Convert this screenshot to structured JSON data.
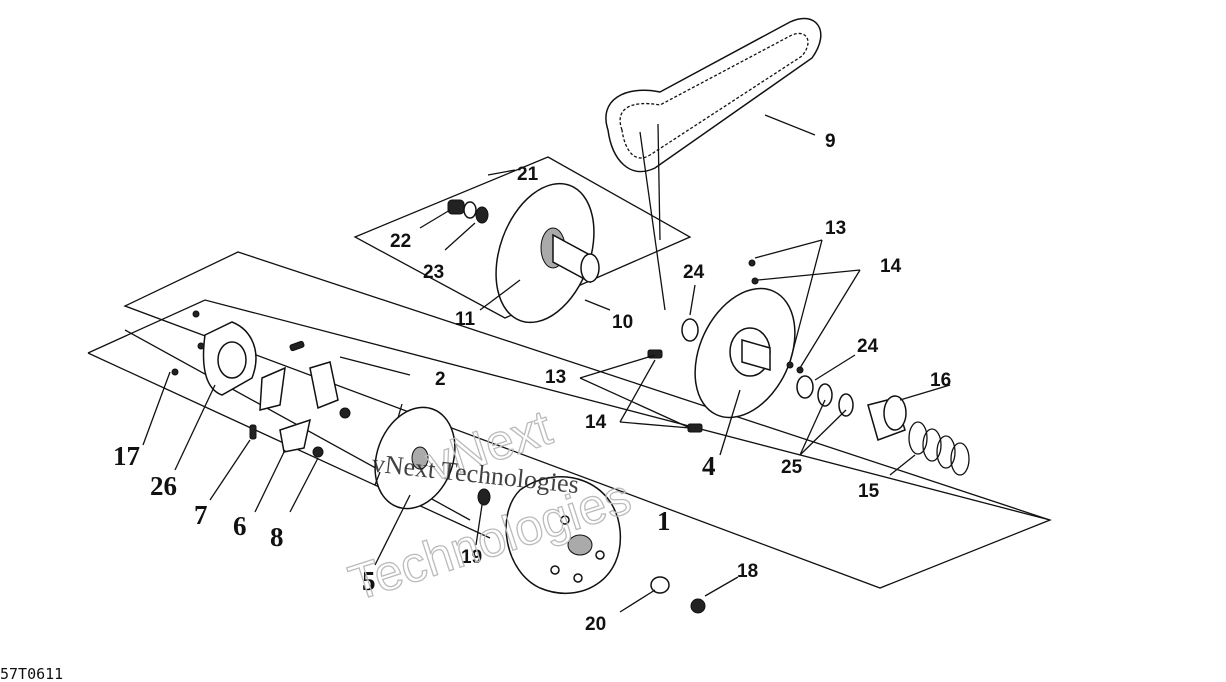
{
  "callouts": {
    "p2": "2",
    "p4": "4",
    "p5": "5",
    "p6": "6",
    "p7": "7",
    "p8": "8",
    "p9": "9",
    "p10": "10",
    "p11": "11",
    "p13a": "13",
    "p13b": "13",
    "p14a": "14",
    "p14b": "14",
    "p15": "15",
    "p16": "16",
    "p17": "17",
    "p18": "18",
    "p19": "19",
    "p20": "20",
    "p21": "21",
    "p22": "22",
    "p23": "23",
    "p24a": "24",
    "p24b": "24",
    "p25": "25",
    "p26": "26",
    "p1": "1"
  },
  "reference_code": "57T0611",
  "watermark": {
    "line1": "vNext",
    "line2": "Technologies",
    "overlay": "vNext Technologies"
  }
}
